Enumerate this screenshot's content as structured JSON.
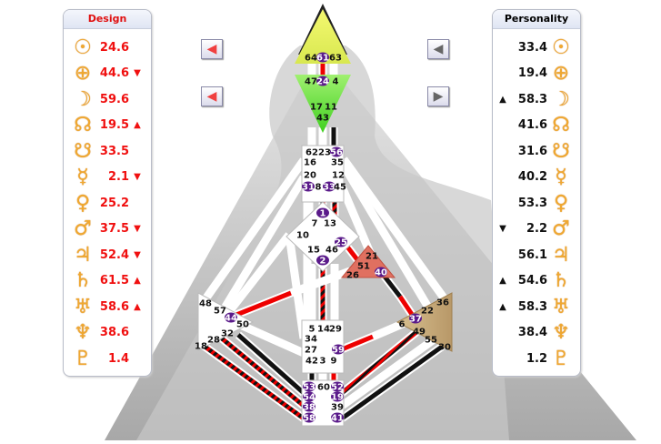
{
  "design": {
    "title": "Design",
    "rows": [
      {
        "icon": "sun-icon",
        "symbol": "☉",
        "value": "24.6",
        "arrow": ""
      },
      {
        "icon": "earth-icon",
        "symbol": "⊕",
        "value": "44.6",
        "arrow": "▼"
      },
      {
        "icon": "moon-icon",
        "symbol": "☽",
        "value": "59.6",
        "arrow": ""
      },
      {
        "icon": "north-node-icon",
        "symbol": "☊",
        "value": "19.5",
        "arrow": "▲"
      },
      {
        "icon": "south-node-icon",
        "symbol": "☋",
        "value": "33.5",
        "arrow": ""
      },
      {
        "icon": "mercury-icon",
        "symbol": "☿",
        "value": "2.1",
        "arrow": "▼"
      },
      {
        "icon": "venus-icon",
        "symbol": "♀",
        "value": "25.2",
        "arrow": ""
      },
      {
        "icon": "mars-icon",
        "symbol": "♂",
        "value": "37.5",
        "arrow": "▼"
      },
      {
        "icon": "jupiter-icon",
        "symbol": "♃",
        "value": "52.4",
        "arrow": "▼"
      },
      {
        "icon": "saturn-icon",
        "symbol": "♄",
        "value": "61.5",
        "arrow": "▲"
      },
      {
        "icon": "uranus-icon",
        "symbol": "♅",
        "value": "58.6",
        "arrow": "▲"
      },
      {
        "icon": "neptune-icon",
        "symbol": "♆",
        "value": "38.6",
        "arrow": ""
      },
      {
        "icon": "pluto-icon",
        "symbol": "♇",
        "value": "1.4",
        "arrow": ""
      }
    ]
  },
  "personality": {
    "title": "Personality",
    "rows": [
      {
        "icon": "sun-icon",
        "symbol": "☉",
        "value": "33.4",
        "arrow": ""
      },
      {
        "icon": "earth-icon",
        "symbol": "⊕",
        "value": "19.4",
        "arrow": ""
      },
      {
        "icon": "moon-icon",
        "symbol": "☽",
        "value": "58.3",
        "arrow": "▲"
      },
      {
        "icon": "north-node-icon",
        "symbol": "☊",
        "value": "41.6",
        "arrow": ""
      },
      {
        "icon": "south-node-icon",
        "symbol": "☋",
        "value": "31.6",
        "arrow": ""
      },
      {
        "icon": "mercury-icon",
        "symbol": "☿",
        "value": "40.2",
        "arrow": ""
      },
      {
        "icon": "venus-icon",
        "symbol": "♀",
        "value": "53.3",
        "arrow": ""
      },
      {
        "icon": "mars-icon",
        "symbol": "♂",
        "value": "2.2",
        "arrow": "▼"
      },
      {
        "icon": "jupiter-icon",
        "symbol": "♃",
        "value": "56.1",
        "arrow": ""
      },
      {
        "icon": "saturn-icon",
        "symbol": "♄",
        "value": "54.6",
        "arrow": "▲"
      },
      {
        "icon": "uranus-icon",
        "symbol": "♅",
        "value": "58.3",
        "arrow": "▲"
      },
      {
        "icon": "neptune-icon",
        "symbol": "♆",
        "value": "38.4",
        "arrow": ""
      },
      {
        "icon": "pluto-icon",
        "symbol": "♇",
        "value": "1.2",
        "arrow": ""
      }
    ]
  },
  "nav": {
    "left_top": "◀",
    "left_bottom": "◀",
    "right_top": "◀",
    "right_bottom": "▶"
  },
  "colors": {
    "design": "#f01010",
    "personality": "#111111",
    "active_gate": "#5a1a8a",
    "head": "#e8f060",
    "ajna": "#70e040",
    "heart": "#e07060",
    "solar_plexus": "#c8a870"
  },
  "gates": [
    {
      "g": "64",
      "a": false
    },
    {
      "g": "61",
      "a": true
    },
    {
      "g": "63",
      "a": false
    },
    {
      "g": "47",
      "a": false
    },
    {
      "g": "24",
      "a": true
    },
    {
      "g": "4",
      "a": false
    },
    {
      "g": "17",
      "a": false
    },
    {
      "g": "11",
      "a": false
    },
    {
      "g": "43",
      "a": false
    },
    {
      "g": "62",
      "a": false
    },
    {
      "g": "23",
      "a": false
    },
    {
      "g": "56",
      "a": true
    },
    {
      "g": "16",
      "a": false
    },
    {
      "g": "35",
      "a": false
    },
    {
      "g": "20",
      "a": false
    },
    {
      "g": "12",
      "a": false
    },
    {
      "g": "31",
      "a": true
    },
    {
      "g": "8",
      "a": false
    },
    {
      "g": "33",
      "a": true
    },
    {
      "g": "45",
      "a": false
    },
    {
      "g": "1",
      "a": true
    },
    {
      "g": "7",
      "a": false
    },
    {
      "g": "13",
      "a": false
    },
    {
      "g": "10",
      "a": false
    },
    {
      "g": "25",
      "a": true
    },
    {
      "g": "15",
      "a": false
    },
    {
      "g": "46",
      "a": false
    },
    {
      "g": "2",
      "a": true
    },
    {
      "g": "21",
      "a": false
    },
    {
      "g": "51",
      "a": false
    },
    {
      "g": "26",
      "a": false
    },
    {
      "g": "40",
      "a": true
    },
    {
      "g": "48",
      "a": false
    },
    {
      "g": "57",
      "a": false
    },
    {
      "g": "44",
      "a": true
    },
    {
      "g": "50",
      "a": false
    },
    {
      "g": "32",
      "a": false
    },
    {
      "g": "28",
      "a": false
    },
    {
      "g": "18",
      "a": false
    },
    {
      "g": "5",
      "a": false
    },
    {
      "g": "14",
      "a": false
    },
    {
      "g": "29",
      "a": false
    },
    {
      "g": "34",
      "a": false
    },
    {
      "g": "27",
      "a": false
    },
    {
      "g": "59",
      "a": true
    },
    {
      "g": "42",
      "a": false
    },
    {
      "g": "3",
      "a": false
    },
    {
      "g": "9",
      "a": false
    },
    {
      "g": "53",
      "a": true
    },
    {
      "g": "60",
      "a": false
    },
    {
      "g": "52",
      "a": true
    },
    {
      "g": "54",
      "a": true
    },
    {
      "g": "19",
      "a": true
    },
    {
      "g": "38",
      "a": true
    },
    {
      "g": "39",
      "a": false
    },
    {
      "g": "58",
      "a": true
    },
    {
      "g": "41",
      "a": true
    },
    {
      "g": "36",
      "a": false
    },
    {
      "g": "22",
      "a": false
    },
    {
      "g": "37",
      "a": true
    },
    {
      "g": "6",
      "a": false
    },
    {
      "g": "49",
      "a": false
    },
    {
      "g": "55",
      "a": false
    },
    {
      "g": "30",
      "a": false
    }
  ]
}
